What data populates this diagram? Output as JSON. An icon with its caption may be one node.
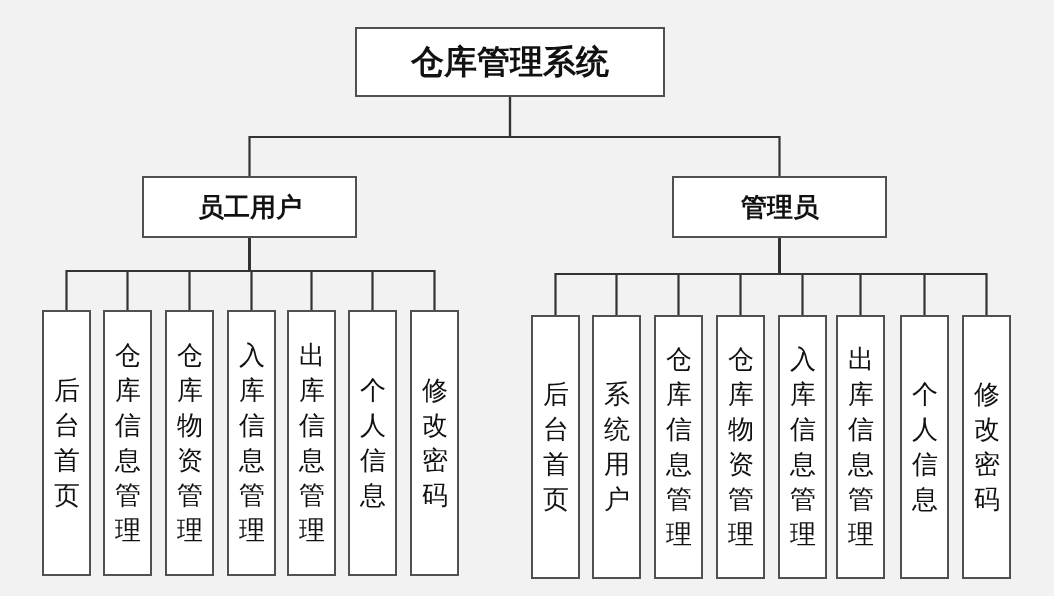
{
  "diagram": {
    "nodes": [
      {
        "text": [
          "仓库管理系统"
        ]
      },
      {
        "text": [
          "员工用户"
        ]
      },
      {
        "text": [
          "管理员"
        ]
      },
      {
        "text": [
          "后台首页"
        ]
      },
      {
        "text": [
          "仓库信息管理"
        ]
      },
      {
        "text": [
          "仓库物资管理"
        ]
      },
      {
        "text": [
          "入库信息管理"
        ]
      },
      {
        "text": [
          "出库信息管理"
        ]
      },
      {
        "text": [
          "个人信息"
        ]
      },
      {
        "text": [
          "修改密码"
        ]
      },
      {
        "text": [
          "后台首页"
        ]
      },
      {
        "text": [
          "系统用户"
        ]
      },
      {
        "text": [
          "仓库信息管理"
        ]
      },
      {
        "text": [
          "仓库物资管理"
        ]
      },
      {
        "text": [
          "入库信息管理"
        ]
      },
      {
        "text": [
          "出库信息管理"
        ]
      },
      {
        "text": [
          "个人信息"
        ]
      },
      {
        "text": [
          "修改密码"
        ]
      }
    ],
    "edges": [
      {
        "from": 0,
        "to": 1,
        "arrow": "none"
      },
      {
        "from": 0,
        "to": 2,
        "arrow": "none"
      },
      {
        "from": 1,
        "to": 3,
        "arrow": "none"
      },
      {
        "from": 1,
        "to": 4,
        "arrow": "none"
      },
      {
        "from": 1,
        "to": 5,
        "arrow": "none"
      },
      {
        "from": 1,
        "to": 6,
        "arrow": "none"
      },
      {
        "from": 1,
        "to": 7,
        "arrow": "none"
      },
      {
        "from": 1,
        "to": 8,
        "arrow": "none"
      },
      {
        "from": 1,
        "to": 9,
        "arrow": "none"
      },
      {
        "from": 2,
        "to": 10,
        "arrow": "none"
      },
      {
        "from": 2,
        "to": 11,
        "arrow": "none"
      },
      {
        "from": 2,
        "to": 12,
        "arrow": "none"
      },
      {
        "from": 2,
        "to": 13,
        "arrow": "none"
      },
      {
        "from": 2,
        "to": 14,
        "arrow": "none"
      },
      {
        "from": 2,
        "to": 15,
        "arrow": "none"
      },
      {
        "from": 2,
        "to": 16,
        "arrow": "none"
      },
      {
        "from": 2,
        "to": 17,
        "arrow": "none"
      }
    ]
  }
}
